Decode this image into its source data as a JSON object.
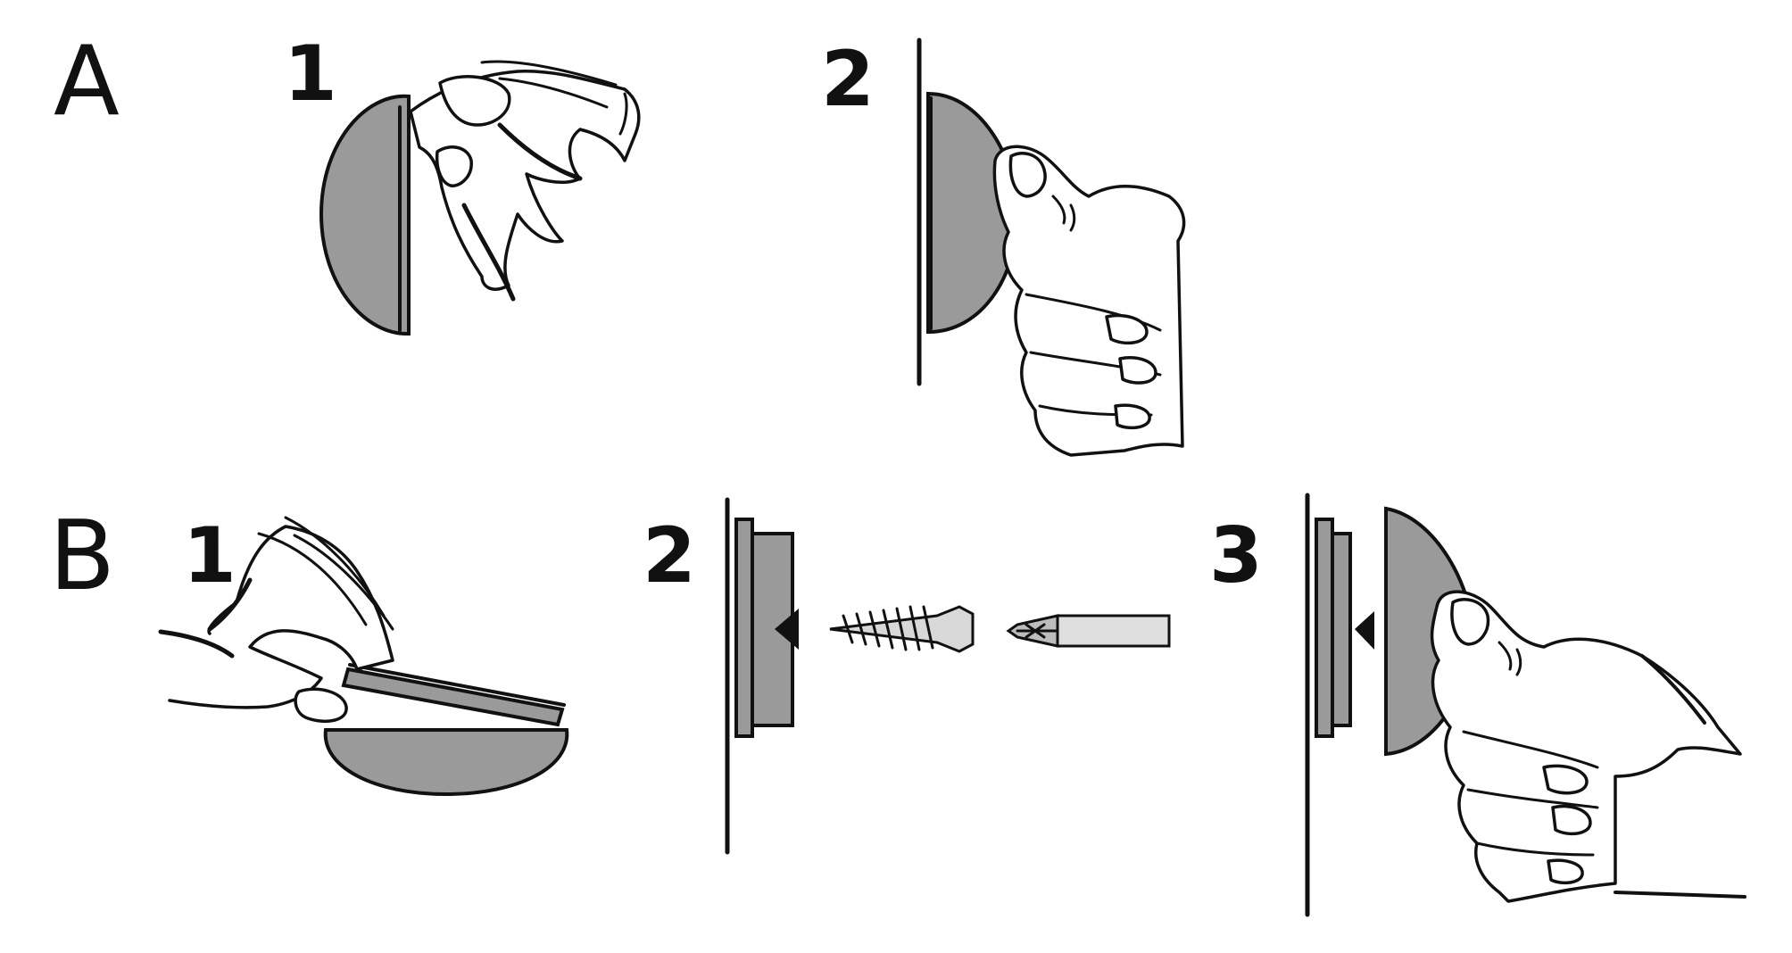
{
  "rows": [
    {
      "label": "A",
      "steps": [
        "1",
        "2"
      ]
    },
    {
      "label": "B",
      "steps": [
        "1",
        "2",
        "3"
      ]
    }
  ],
  "colors": {
    "ink": "#111111",
    "part_fill": "#9a9a9a",
    "background": "#ffffff"
  },
  "icons": {
    "hand": "hand-icon",
    "screw": "screw-icon",
    "screwdriver": "screwdriver-icon",
    "arrow": "triangle-left-icon",
    "wall": "wall-line-icon"
  }
}
